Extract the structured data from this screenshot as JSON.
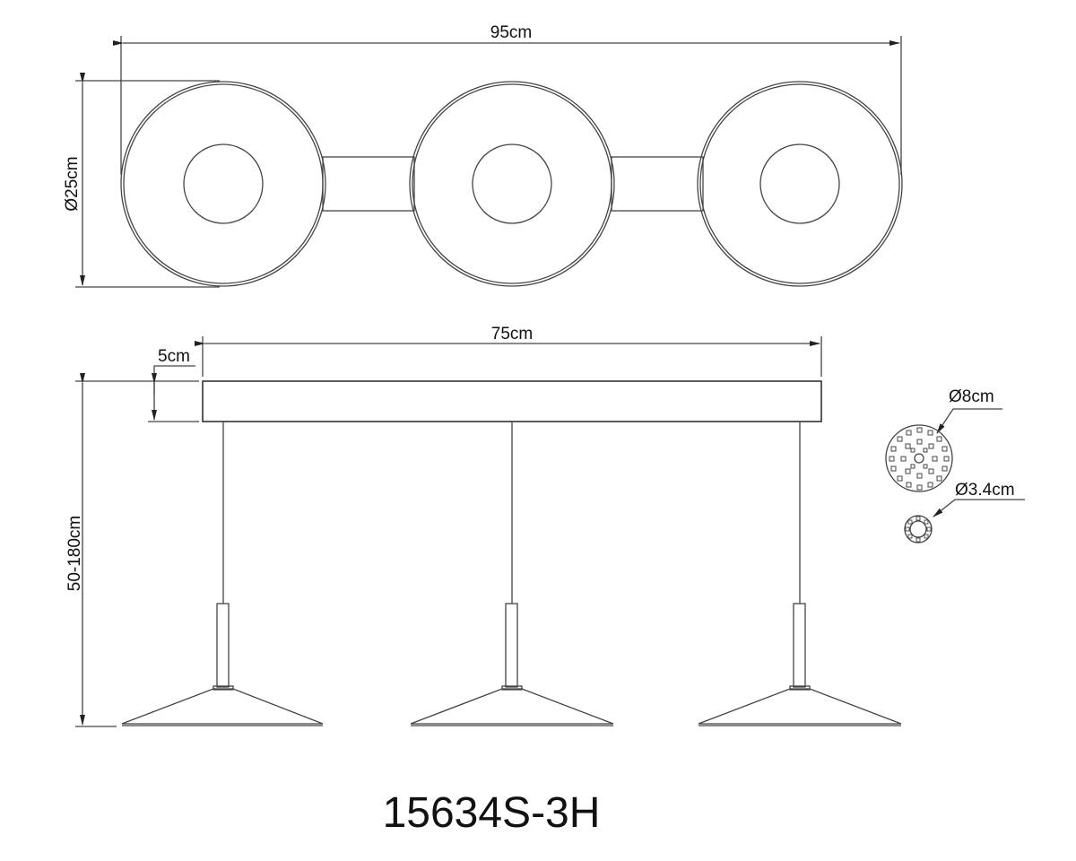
{
  "drawing": {
    "model_number": "15634S-3H",
    "line_color": "#333333",
    "background": "#ffffff"
  },
  "top_view": {
    "overall_width_label": "95cm",
    "shade_diameter_label": "Ø25cm",
    "shade_count": 3
  },
  "side_view": {
    "canopy_length_label": "75cm",
    "canopy_height_label": "5cm",
    "drop_height_label": "50-180cm",
    "pendant_count": 3
  },
  "led_details": {
    "large_module_label": "Ø8cm",
    "small_module_label": "Ø3.4cm"
  }
}
